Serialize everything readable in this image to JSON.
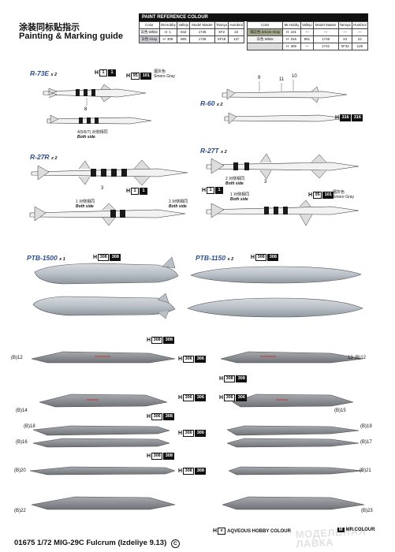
{
  "header": {
    "title_cn": "涂装同标贴指示",
    "title_en": "Painting & Marking guide"
  },
  "paint_table": {
    "heading": "PAINT  REFERENCE COLOUR",
    "columns": [
      "Color",
      "Mr.Hobby",
      "Vallejo",
      "Model Master",
      "Tamiya",
      "Humbrol"
    ],
    "left_rows": [
      {
        "color": "灰色 White",
        "hobby": "1",
        "vallejo": "842",
        "mm": "1745",
        "tamiya": "XF2",
        "humbrol": "22"
      },
      {
        "color": "灰色 Gray",
        "hobby": "308",
        "vallejo": "860",
        "mm": "1726",
        "tamiya": "XF18",
        "humbrol": "127"
      }
    ],
    "right_rows": [
      {
        "color": "褐灰色 Smore Gray",
        "hobby": "101",
        "vallejo": "—",
        "mm": "—",
        "tamiya": "—",
        "humbrol": "—"
      },
      {
        "color": "灰色 White",
        "hobby": "316",
        "vallejo": "991",
        "mm": "1745",
        "tamiya": "X2",
        "humbrol": "22"
      },
      {
        "color": "",
        "hobby": "306",
        "vallejo": "—",
        "mm": "1741",
        "tamiya": "XF32",
        "humbrol": "128"
      }
    ]
  },
  "missiles": {
    "r73e": {
      "label": "R-73E",
      "suffix": "x 2",
      "code_a": "1",
      "code_b": "1",
      "code2_a": "95",
      "code2_b": "101",
      "cn": "烟灰色",
      "name": "Smore Gray",
      "n8": "8",
      "note_num": "4(5/6/7)",
      "note_cn": "对侧相同",
      "note_en": "Both side"
    },
    "r60": {
      "label": "R-60",
      "suffix": "x 2",
      "n9": "9",
      "n11": "11",
      "n10": "10",
      "code_a": "316",
      "code_b": "316"
    },
    "r27r": {
      "label": "R-27R",
      "suffix": "x 2",
      "n3": "3",
      "code_a": "1",
      "code_b": "1",
      "note1_num": "1",
      "note1_cn": "对侧相同",
      "note1_en": "Both side",
      "note2_num": "2",
      "note2_cn": "对侧相同",
      "note2_en": "Both side"
    },
    "r27t": {
      "label": "R-27T",
      "suffix": "x 2",
      "n3": "3",
      "note2_num": "2",
      "note2_cn": "对侧相同",
      "note2_en": "Both side",
      "code_a": "1",
      "code_b": "1",
      "note1_num": "1",
      "note1_cn": "对侧相同",
      "note1_en": "Both side",
      "code2_a": "95",
      "code2_b": "101",
      "cn": "烟灰色",
      "name": "Smore Gray"
    }
  },
  "tanks": {
    "ptb1500": {
      "label": "PTB-1500",
      "suffix": "x 1",
      "code_a": "308",
      "code_b": "308"
    },
    "ptb1150": {
      "label": "PTB-1150",
      "suffix": "x 2",
      "code_a": "308",
      "code_b": "308"
    }
  },
  "pylons": {
    "row1": {
      "code_a": "308",
      "code_b": "308",
      "left_label": "(B)12",
      "right_label": "13  (B)12",
      "code2_a": "306",
      "code2_b": "306"
    },
    "row2": {
      "code_a": "306",
      "code_b": "306",
      "left_label": "(B)14",
      "code2_a": "308",
      "code2_b": "308",
      "code3_a": "306",
      "code3_b": "306",
      "right_label": "(B)15"
    },
    "row3": {
      "code_a": "306",
      "code_b": "308",
      "left_top": "(B)18",
      "left_bot": "(B)16",
      "code2_a": "306",
      "code2_b": "306",
      "right_top": "(B)19",
      "right_bot": "(B)17"
    },
    "row4": {
      "code_a": "308",
      "code_b": "308",
      "left": "(B)20",
      "code2_a": "308",
      "code2_b": "308",
      "right": "(B)21"
    },
    "row5": {
      "left": "(B)22",
      "right": "(B)23"
    }
  },
  "legend": {
    "h_label": "H",
    "x_label": "x",
    "aqueous": "AQVEOUS HOBBY COLOUR",
    "mr_icon": "M",
    "mr": "MR.COLOUR"
  },
  "footer": {
    "title": "01675  1/72 MIG-29C Fulcrum (Izdeliye 9.13)",
    "c_mark": "C"
  },
  "watermark": {
    "line1": "МОДЕЛЬНАЯ",
    "line2": "ЛАВКА"
  },
  "colors": {
    "label_blue": "#2d4d8c",
    "missile_white": "#f2f2f2",
    "tank_gray": "#b9c0c7",
    "pylon_gray": "#8e9296",
    "stripe": "#1a1a1a"
  }
}
